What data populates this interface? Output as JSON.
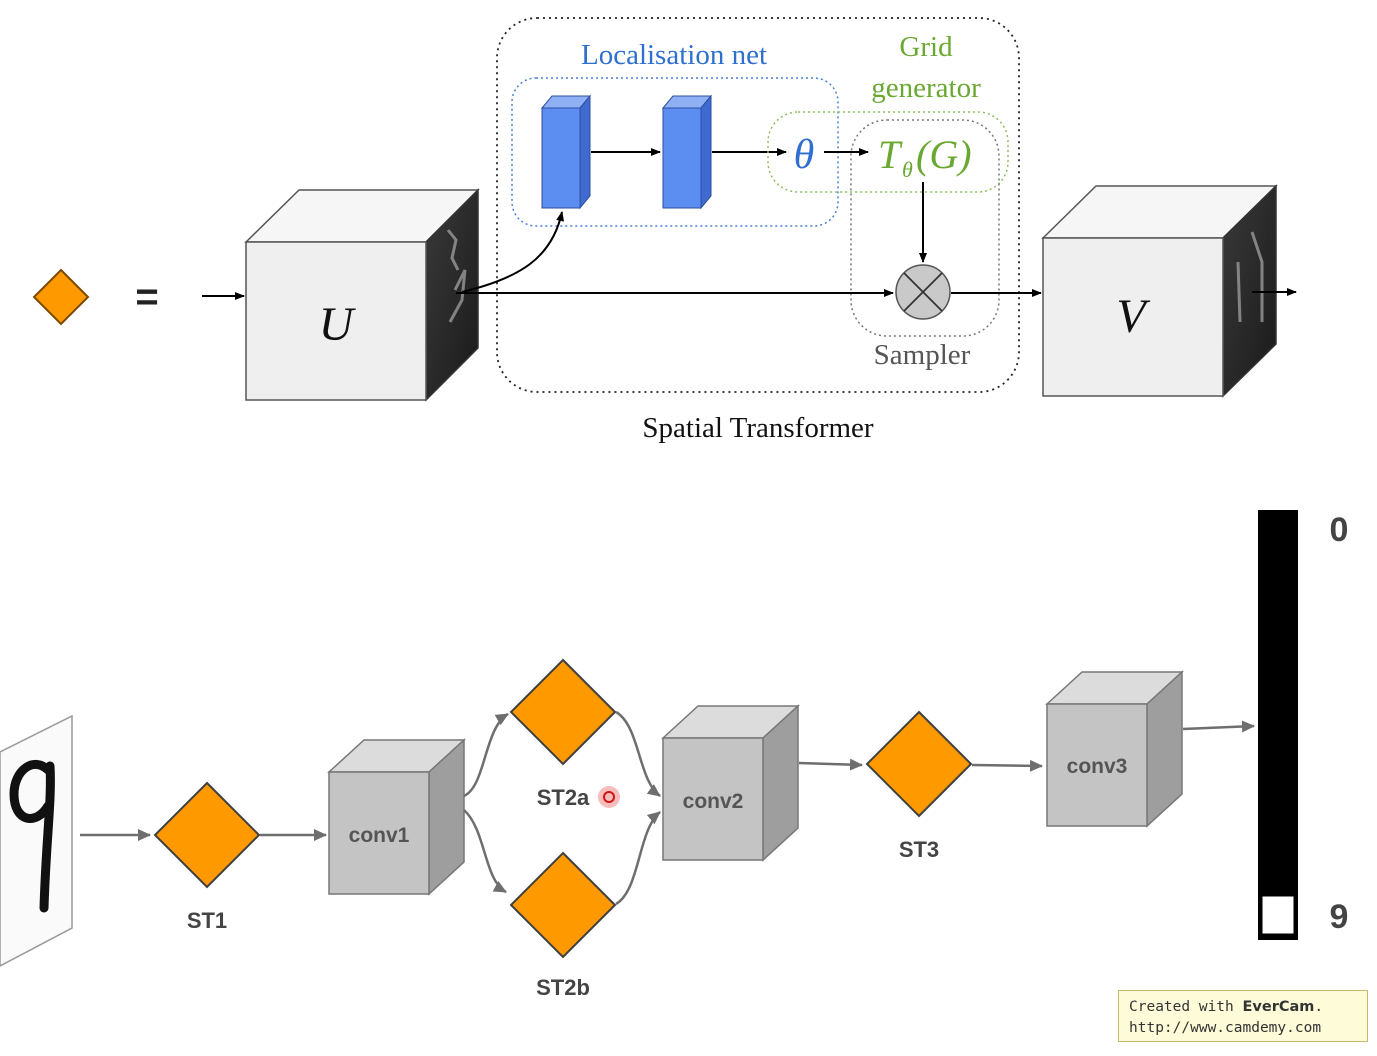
{
  "top_diagram": {
    "equals_sign": "=",
    "input_label": "U",
    "output_label": "V",
    "localisation_label": "Localisation net",
    "grid_label_line1": "Grid",
    "grid_label_line2": "generator",
    "theta_label": "θ",
    "transform_symbol": "T",
    "transform_subscript": "θ",
    "transform_arg": "(G)",
    "sampler_label": "Sampler",
    "caption": "Spatial Transformer"
  },
  "bottom_diagram": {
    "nodes": {
      "st1": "ST1",
      "conv1": "conv1",
      "st2a": "ST2a",
      "st2b": "ST2b",
      "conv2": "conv2",
      "st3": "ST3",
      "conv3": "conv3"
    },
    "output_bar": {
      "top_label": "0",
      "bottom_label": "9"
    },
    "input_digit": "9"
  },
  "watermark": {
    "prefix": "Created with ",
    "brand": "EverCam",
    "suffix": ".",
    "url": "http://www.camdemy.com"
  },
  "colors": {
    "diamond_fill": "#ff9900",
    "cube_front": "#efefef",
    "blue_box": "#5b8ef0",
    "blue_text": "#2e6fd0",
    "green_text": "#6aa832",
    "grey_cube": "#c4c4c4"
  }
}
